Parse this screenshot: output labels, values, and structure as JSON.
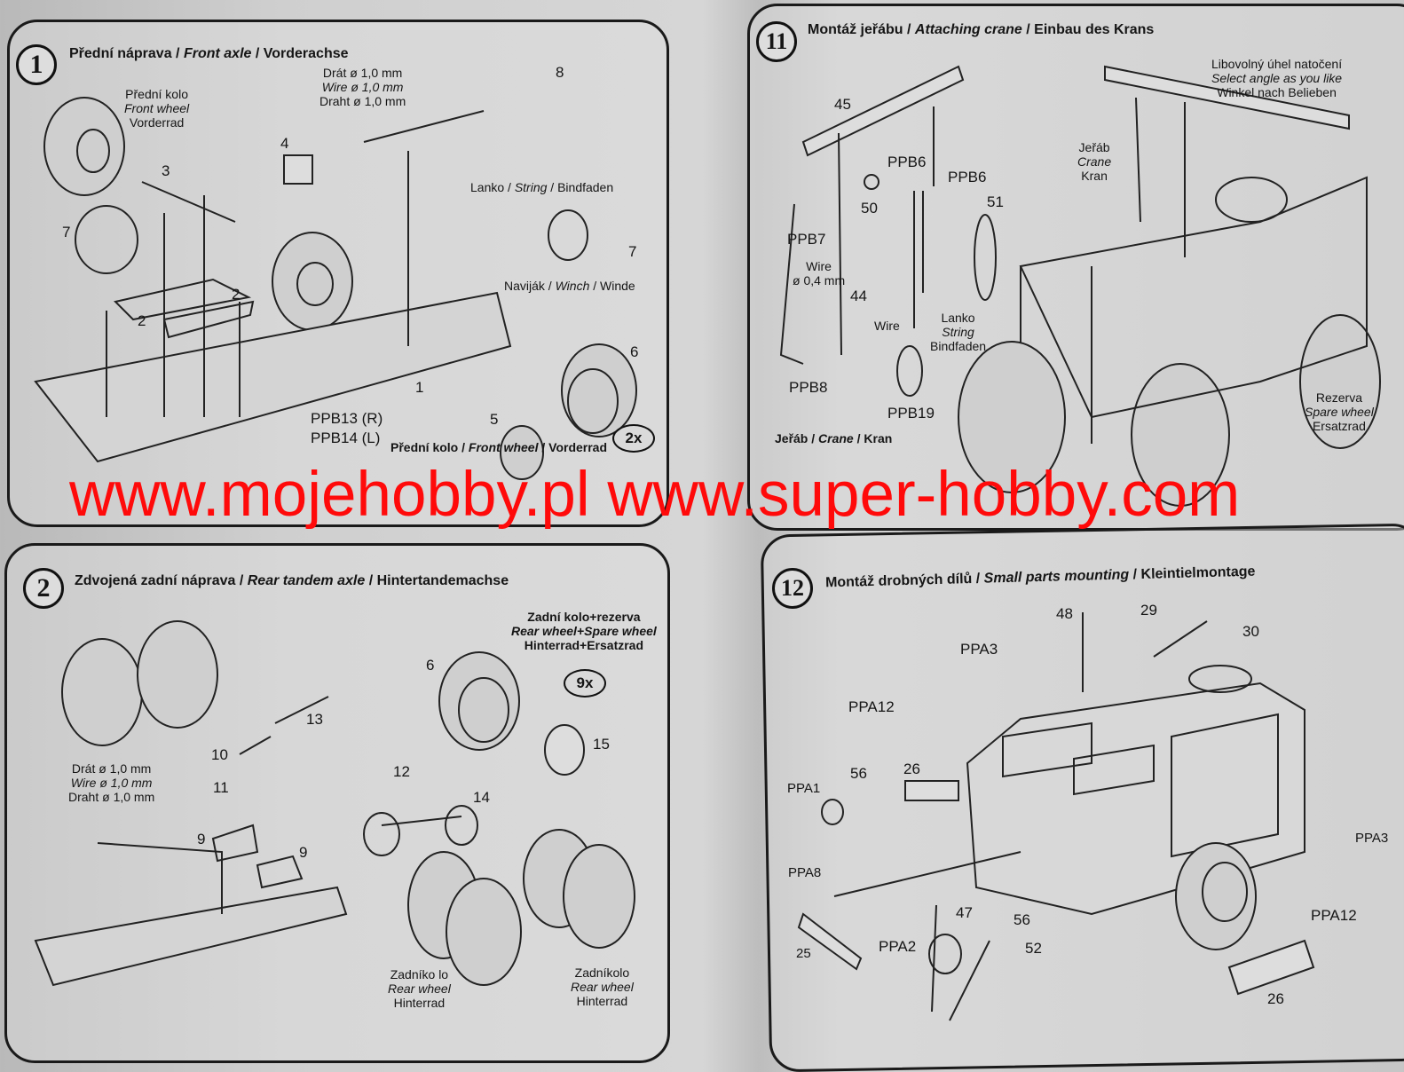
{
  "panel1": {
    "number": "1",
    "title": [
      "Přední náprava",
      "Front axle",
      "Vorderachse"
    ],
    "wire": [
      "Drát ø 1,0 mm",
      "Wire ø 1,0 mm",
      "Draht ø 1,0 mm"
    ],
    "front_wheel": [
      "Přední kolo",
      "Front wheel",
      "Vorderrad"
    ],
    "string": [
      "Lanko",
      "String",
      "Bindfaden"
    ],
    "winch": [
      "Naviják",
      "Winch",
      "Winde"
    ],
    "parts": [
      "8",
      "4",
      "3",
      "7",
      "7",
      "2",
      "2",
      "6",
      "1",
      "5"
    ],
    "ppb13": "PPB13 (R)",
    "ppb14": "PPB14 (L)",
    "qty": "2x",
    "footer": [
      "Přední kolo",
      "Front wheel",
      "Vorderrad"
    ]
  },
  "panel11": {
    "number": "11",
    "title": [
      "Montáž jeřábu",
      "Attaching crane",
      "Einbau des Krans"
    ],
    "angle": [
      "Libovolný úhel natočení",
      "Select angle as you like",
      "Winkel nach Belieben"
    ],
    "crane_top": [
      "Jeřáb",
      "Crane",
      "Kran"
    ],
    "wire": [
      "Wire",
      "ø 0,4 mm"
    ],
    "string": [
      "Lanko",
      "String",
      "Bindfaden"
    ],
    "crane_bottom": [
      "Jeřáb",
      "Crane",
      "Kran"
    ],
    "spare": [
      "Rezerva",
      "Spare wheel",
      "Ersatzrad"
    ],
    "parts": [
      "45",
      "PPB6",
      "PPB6",
      "50",
      "51",
      "PPB7",
      "44",
      "Wire",
      "PPB8",
      "PPB19"
    ]
  },
  "panel2": {
    "number": "2",
    "title": [
      "Zdvojená zadní náprava",
      "Rear tandem axle",
      "Hintertandemachse"
    ],
    "rear_spare": [
      "Zadní kolo+rezerva",
      "Rear wheel+Spare wheel",
      "Hinterrad+Ersatzrad"
    ],
    "qty": "9x",
    "wire": [
      "Drát ø 1,0 mm",
      "Wire ø 1,0 mm",
      "Draht ø 1,0 mm"
    ],
    "rear_left": [
      "Zadníko lo",
      "Rear wheel",
      "Hinterrad"
    ],
    "rear_right": [
      "Zadníkolo",
      "Rear wheel",
      "Hinterrad"
    ],
    "parts": [
      "6",
      "13",
      "10",
      "12",
      "15",
      "11",
      "14",
      "9",
      "9"
    ]
  },
  "panel12": {
    "number": "12",
    "title": [
      "Montáž drobných dílů",
      "Small parts mounting",
      "Kleintielmontage"
    ],
    "parts": [
      "48",
      "29",
      "30",
      "PPA3",
      "PPA12",
      "56",
      "26",
      "PPA1",
      "PPA8",
      "PPA3",
      "PPA12",
      "47",
      "56",
      "PPA2",
      "52",
      "25",
      "26"
    ]
  },
  "watermark": "www.mojehobby.pl www.super-hobby.com",
  "colors": {
    "watermark": "#ff0a0a",
    "ink": "#151515"
  }
}
